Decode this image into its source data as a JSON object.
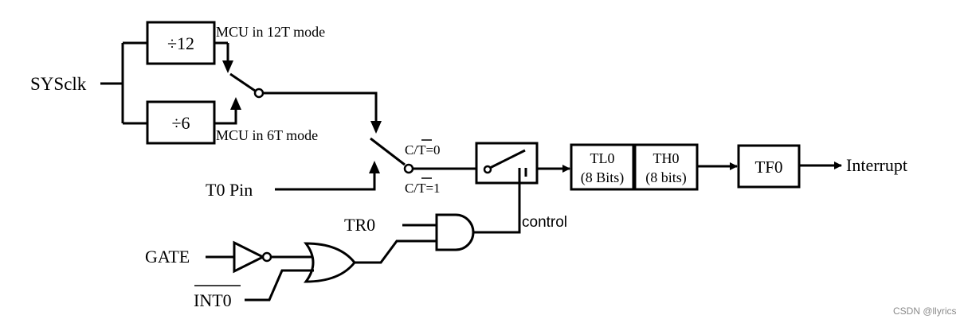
{
  "inputs": {
    "sysclk": "SYSclk",
    "t0_pin": "T0 Pin",
    "tr0": "TR0",
    "gate": "GATE",
    "int0": "INT0"
  },
  "dividers": {
    "div12": "÷12",
    "div6": "÷6"
  },
  "modes": {
    "mode12t": "MCU in 12T mode",
    "mode6t": "MCU in 6T mode"
  },
  "selector": {
    "ct0_prefix": "C/",
    "ct0_bar": "T",
    "ct0_suffix": "=0",
    "ct1_prefix": "C/",
    "ct1_bar": "T",
    "ct1_suffix": "=1"
  },
  "control_label": "control",
  "counter": {
    "tl0_name": "TL0",
    "tl0_bits": "(8 Bits)",
    "th0_name": "TH0",
    "th0_bits": "(8 bits)"
  },
  "flag": "TF0",
  "output": "Interrupt",
  "watermark": "CSDN @llyrics"
}
